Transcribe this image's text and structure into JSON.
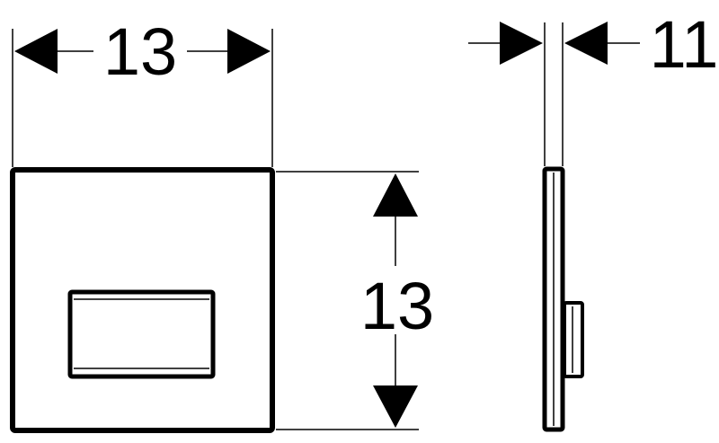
{
  "diagram": {
    "dimensions": {
      "front_width": "13",
      "front_height": "13",
      "side_depth": "11"
    },
    "colors": {
      "ink": "#000000",
      "paper": "#ffffff"
    }
  }
}
